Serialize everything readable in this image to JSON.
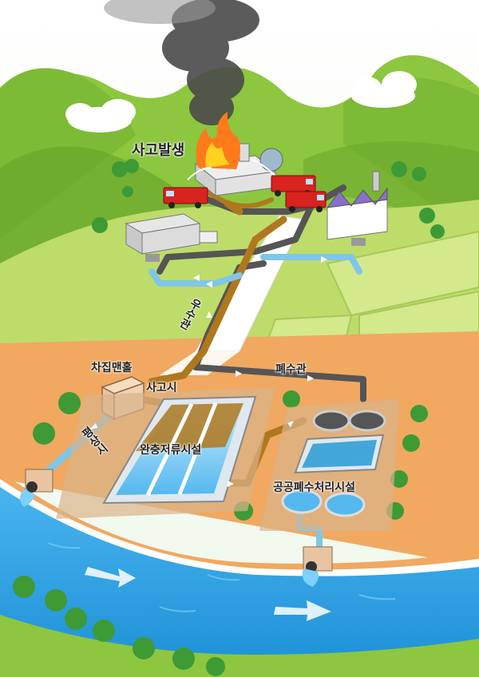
{
  "labels": {
    "incident": "사고발생",
    "rainwater_pipe": "우수관",
    "interceptor_manhole": "차집맨홀",
    "on_incident": "사고시",
    "wastewater_pipe": "폐수관",
    "normal_time": "평상시",
    "buffer_storage": "완충저류시설",
    "public_wastewater_plant": "공공폐수처리시설"
  },
  "colors": {
    "sky": "#ffffff",
    "mountain": "#8dc63f",
    "mountain_dark": "#6aa62c",
    "field": "#c7e07a",
    "ground": "#f1a860",
    "river": "#2a9fe0",
    "rain_pipe": "#b0781e",
    "waste_pipe": "#555555",
    "clean_pipe": "#7fc6e8",
    "fire_truck": "#d8231f",
    "smoke": "#4a4a4a"
  }
}
